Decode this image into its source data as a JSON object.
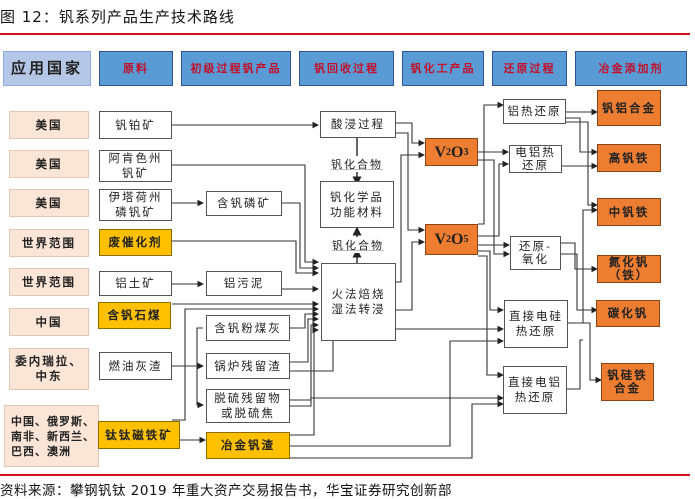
{
  "figure": {
    "title": "图 12：钒系列产品生产技术路线",
    "source": "资料来源：攀钢钒钛 2019 年重大资产交易报告书，华宝证券研究创新部"
  },
  "header": {
    "columns": [
      "应用国家",
      "原料",
      "初级过程钒产品",
      "钒回收过程",
      "钒化工产品",
      "还原过程",
      "冶金添加剂"
    ]
  },
  "countries": [
    "美国",
    "美国",
    "美国",
    "世界范围",
    "世界范围",
    "中国",
    "委内瑞拉、\n中东",
    "中国、俄罗斯、\n南非、新西兰、\n巴西、澳洲"
  ],
  "raw_materials": [
    "钒铂矿",
    "阿肯色州\n钒矿",
    "伊塔荷州\n磷钒矿",
    "废催化剂",
    "铝土矿",
    "含钒石煤",
    "燃油灰渣",
    "钛钛磁铁矿"
  ],
  "primary_products": [
    "含钒磷矿",
    "铝污泥",
    "含钒粉煤灰",
    "锅炉残留渣",
    "脱硫残留物\n或脱硫焦",
    "冶金钒渣"
  ],
  "recovery": {
    "acid_leach": "酸浸过程",
    "vanadium_compound_1": "钒化合物",
    "chemicals": "钒化学品\n功能材料",
    "vanadium_compound_2": "钒化合物",
    "roast_leach": "火法焙烧\n湿法转浸"
  },
  "chem_products": {
    "v2o3": {
      "base1": "V",
      "sub1": "2",
      "base2": "O",
      "sub2": "3"
    },
    "v2o5": {
      "base1": "V",
      "sub1": "2",
      "base2": "O",
      "sub2": "5"
    }
  },
  "reduction": [
    "铝热还原",
    "电铝热\n还原",
    "还原-\n氧化",
    "直接电硅\n热还原",
    "直接电铝\n热还原"
  ],
  "additives": [
    "钒铝合金",
    "高钒铁",
    "中钒铁",
    "氮化钒\n（铁）",
    "碳化钒",
    "钒硅铁\n合金"
  ],
  "colors": {
    "rule": "#d0141c",
    "header_blue": "#5b9bd5",
    "header_text": "#c0102a",
    "country_bg": "#fbe5d6",
    "yellow": "#ffc000",
    "orange": "#ed7d31"
  }
}
